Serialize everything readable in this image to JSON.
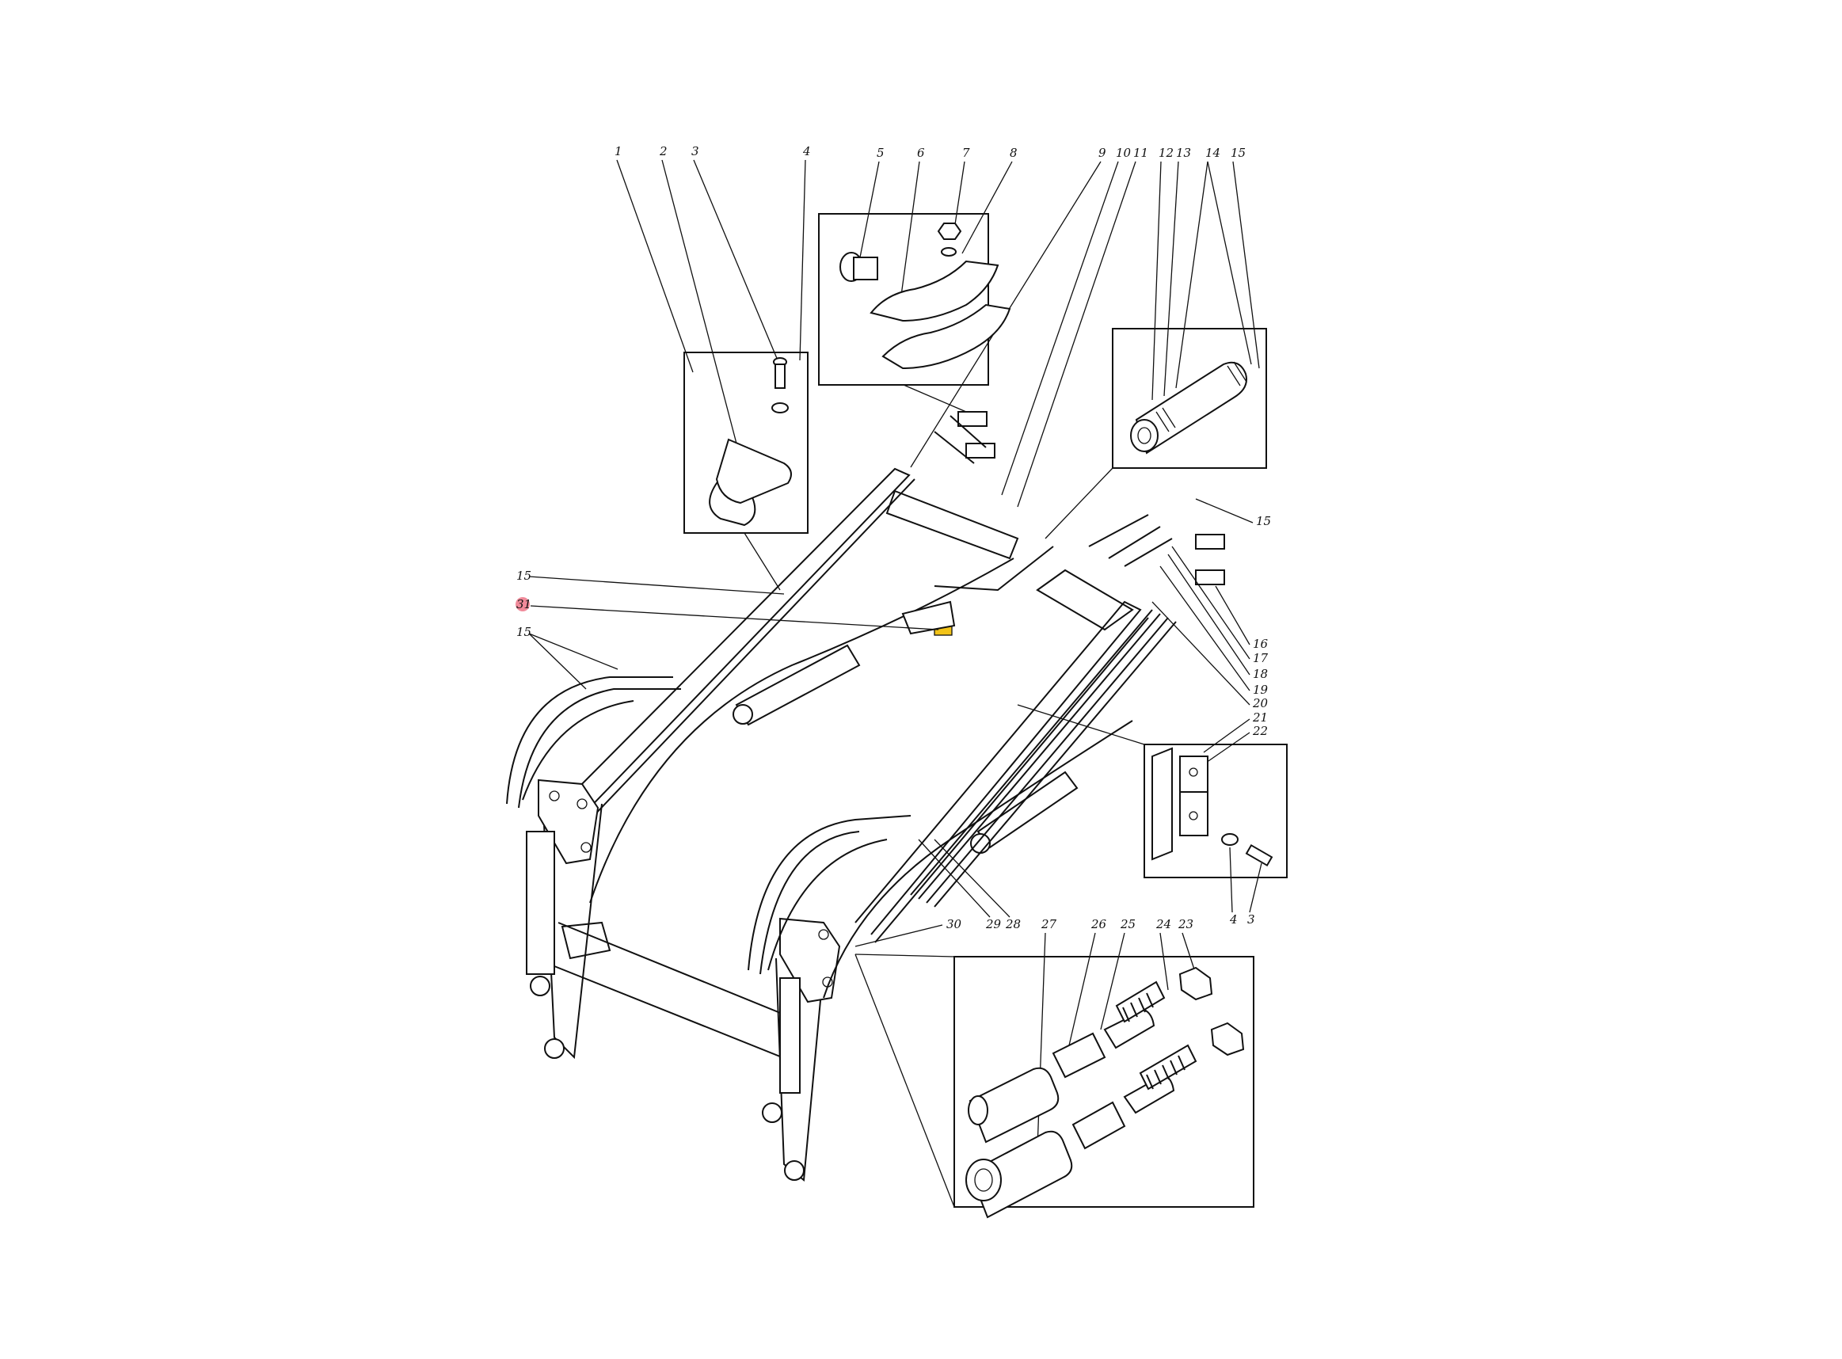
{
  "callouts": {
    "top": [
      "1",
      "2",
      "3",
      "4",
      "5",
      "6",
      "7",
      "8",
      "9",
      "10",
      "11",
      "12",
      "13",
      "14",
      "15"
    ],
    "left_15_upper": "15",
    "left_31": "31",
    "left_15_lower": "15",
    "right_15": "15",
    "right_16": "16",
    "right_17": "17",
    "right_18": "18",
    "right_19": "19",
    "right_20": "20",
    "right_21": "21",
    "right_22": "22",
    "inset_4": "4",
    "inset_3": "3",
    "bottom_30": "30",
    "bottom_29": "29",
    "bottom_28": "28",
    "bottom_27": "27",
    "bottom_26": "26",
    "bottom_25": "25",
    "bottom_24": "24",
    "bottom_23": "23"
  },
  "colors": {
    "line": "#111111",
    "highlight_part": "#f2c318",
    "marker_31": "#f08a9a",
    "background": "#ffffff"
  }
}
